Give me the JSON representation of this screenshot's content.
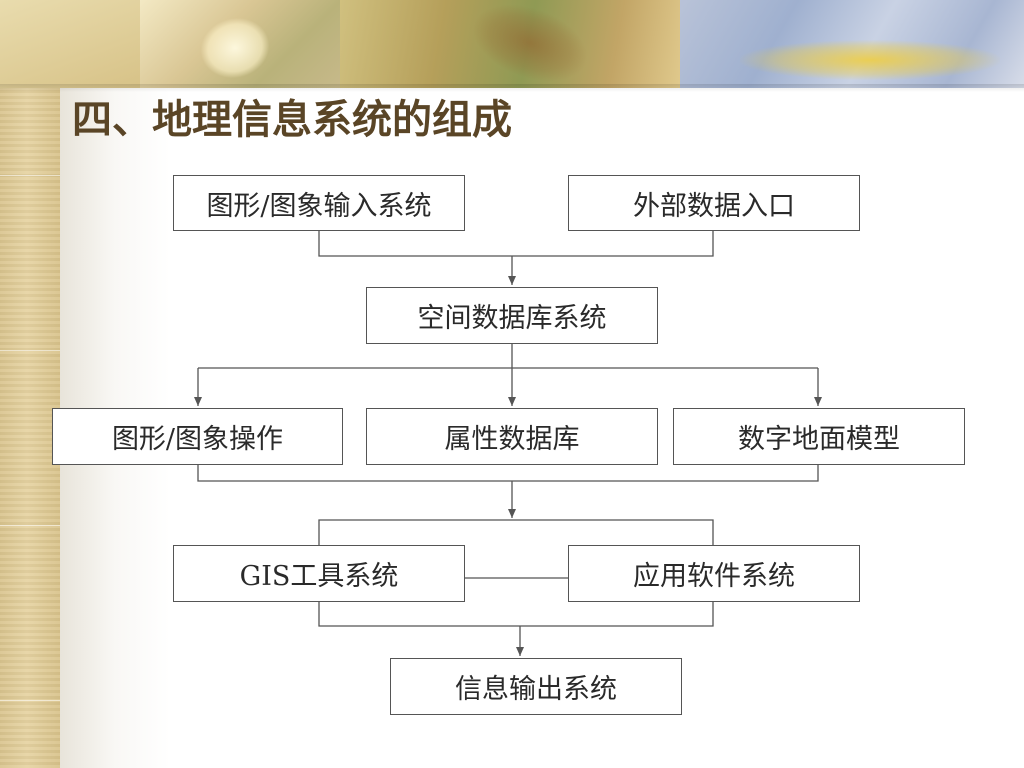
{
  "title": "四、地理信息系统的组成",
  "diagram": {
    "nodes": {
      "input": "图形/图象输入系统",
      "external": "外部数据入口",
      "spatial_db": "空间数据库系统",
      "graphics_ops": "图形/图象操作",
      "attribute_db": "属性数据库",
      "dtm": "数字地面模型",
      "gis_tools": "GIS工具系统",
      "app_software": "应用软件系统",
      "output": "信息输出系统"
    },
    "line_color": "#555555"
  }
}
